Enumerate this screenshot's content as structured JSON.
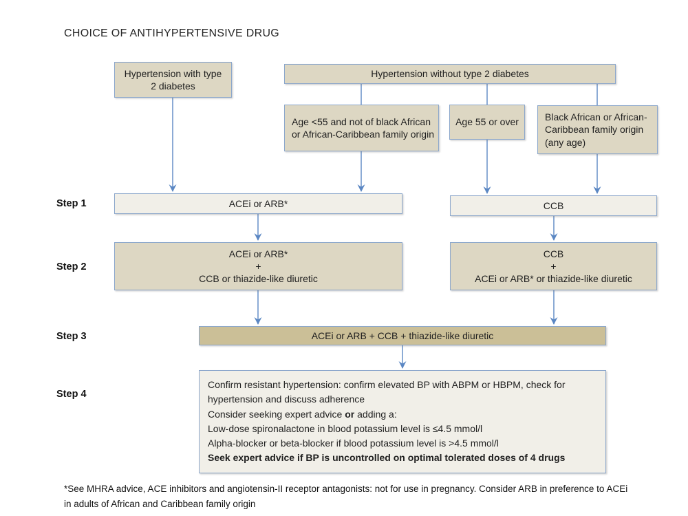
{
  "title": "CHOICE OF ANTIHYPERTENSIVE DRUG",
  "colors": {
    "box_tan": "#ddd7c3",
    "box_light": "#f1efe8",
    "box_khaki": "#cbbf97",
    "box_border": "#8ca7cb",
    "connector_blue": "#5b87c3"
  },
  "steps": {
    "step1": "Step 1",
    "step2": "Step 2",
    "step3": "Step 3",
    "step4": "Step 4"
  },
  "boxes": {
    "hyp_with": "Hypertension with type 2 diabetes",
    "hyp_without": "Hypertension without type 2 diabetes",
    "age_lt55": "Age <55 and not of black African or African-Caribbean family origin",
    "age_55over": "Age 55 or over",
    "black_african": "Black African or African-Caribbean family origin (any age)",
    "step1_left": "ACEi or ARB*",
    "step1_right": "CCB",
    "step2_left": {
      "lines": [
        "ACEi or ARB*",
        "+",
        "CCB or thiazide-like diuretic"
      ]
    },
    "step2_right": {
      "lines": [
        "CCB",
        "+",
        "ACEi or ARB* or thiazide-like diuretic"
      ]
    },
    "step3": "ACEi or ARB + CCB + thiazide-like diuretic",
    "step4": {
      "line1": "Confirm resistant hypertension: confirm elevated BP with ABPM or HBPM, check for hypertension and discuss adherence",
      "line2_pre": "Consider seeking expert advice ",
      "line2_bold": "or",
      "line2_post": " adding a:",
      "line3": "Low-dose spironalactone in blood potassium level is ≤4.5 mmol/l",
      "line4": "Alpha-blocker or beta-blocker if blood potassium level is >4.5 mmol/l",
      "line5": "Seek expert advice if BP is uncontrolled on optimal tolerated doses of 4 drugs"
    }
  },
  "footnote": "*See MHRA advice, ACE inhibitors and angiotensin-II receptor antagonists: not for use in pregnancy. Consider ARB in preference to ACEi in adults of African and Caribbean family origin"
}
